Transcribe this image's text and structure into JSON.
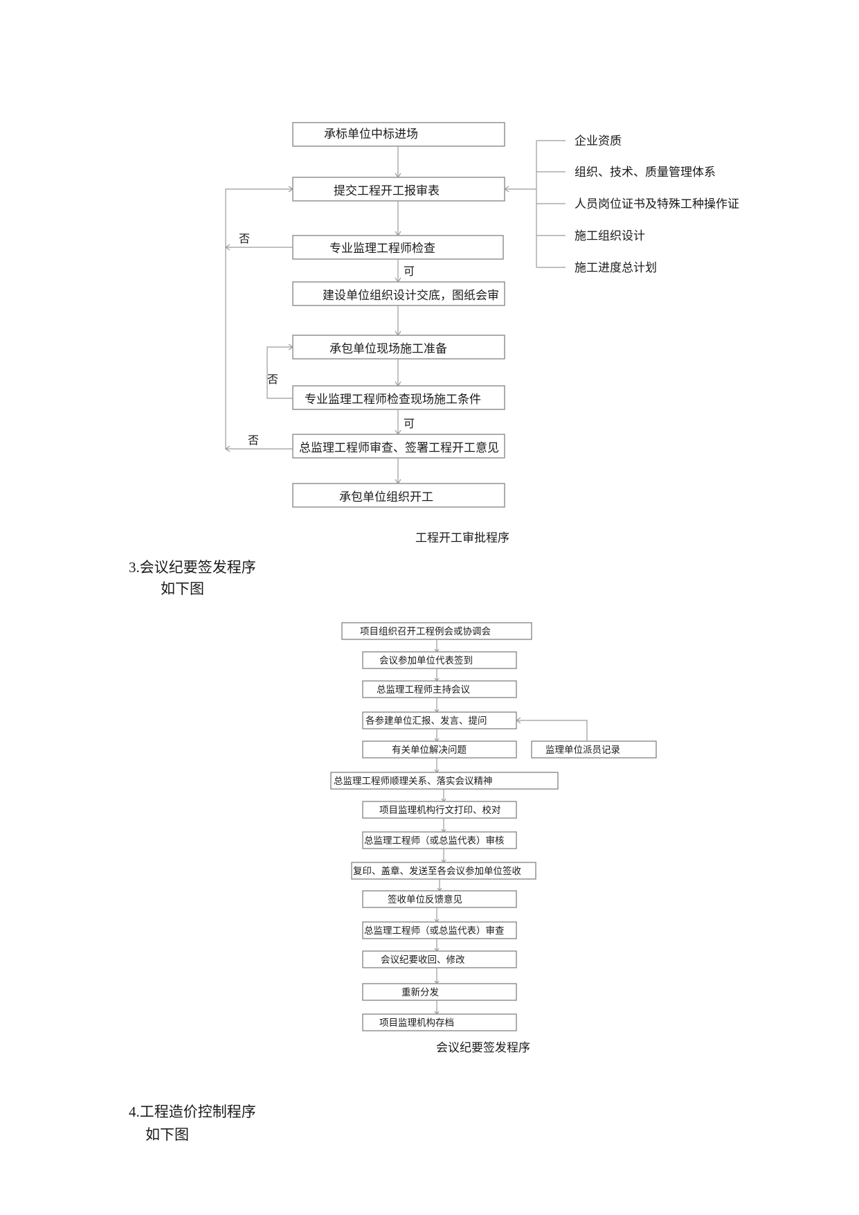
{
  "flow1": {
    "steps": [
      "承标单位中标进场",
      "提交工程开工报审表",
      "专业监理工程师检查",
      "建设单位组织设计交底，图纸会审",
      "承包单位现场施工准备",
      "专业监理工程师检查现场施工条件",
      "总监理工程师审查、签署工程开工意见",
      "承包单位组织开工"
    ],
    "side_items": [
      "企业资质",
      "组织、技术、质量管理体系",
      "人员岗位证书及特殊工种操作证",
      "施工组织设计",
      "施工进度总计划"
    ],
    "yes_label": "可",
    "no_label": "否",
    "caption": "工程开工审批程序"
  },
  "section3": {
    "heading": "3.会议纪要签发程序",
    "sub": "如下图"
  },
  "flow2": {
    "steps": [
      "项目组织召开工程例会或协调会",
      "会议参加单位代表签到",
      "总监理工程师主持会议",
      "各参建单位汇报、发言、提问",
      "有关单位解决问题",
      "总监理工程师顺理关系、落实会议精神",
      "项目监理机构行文打印、校对",
      "总监理工程师（或总监代表）审核",
      "复印、盖章、发送至各会议参加单位签收",
      "签收单位反馈意见",
      "总监理工程师（或总监代表）审查",
      "会议纪要收回、修改",
      "重新分发",
      "项目监理机构存档"
    ],
    "side_box": "监理单位派员记录",
    "caption": "会议纪要签发程序"
  },
  "section4": {
    "heading": "4.工程造价控制程序",
    "sub": "如下图"
  }
}
